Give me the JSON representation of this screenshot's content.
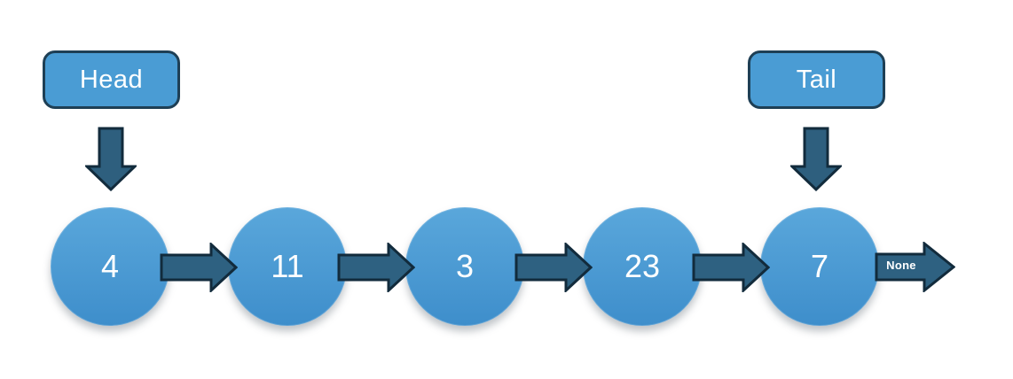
{
  "labels": {
    "head": "Head",
    "tail": "Tail",
    "none": "None"
  },
  "nodes": [
    {
      "value": "4"
    },
    {
      "value": "11"
    },
    {
      "value": "3"
    },
    {
      "value": "23"
    },
    {
      "value": "7"
    }
  ],
  "colors": {
    "label-box-fill": "#4a9cd4",
    "label-box-border": "#1e3f55",
    "node-top": "#5aa7db",
    "node-bottom": "#3e8ecb",
    "arrow-fill": "#2e6181",
    "arrow-down-fill": "#2e5f7e",
    "arrow-border": "#122b3c",
    "text": "#ffffff"
  }
}
